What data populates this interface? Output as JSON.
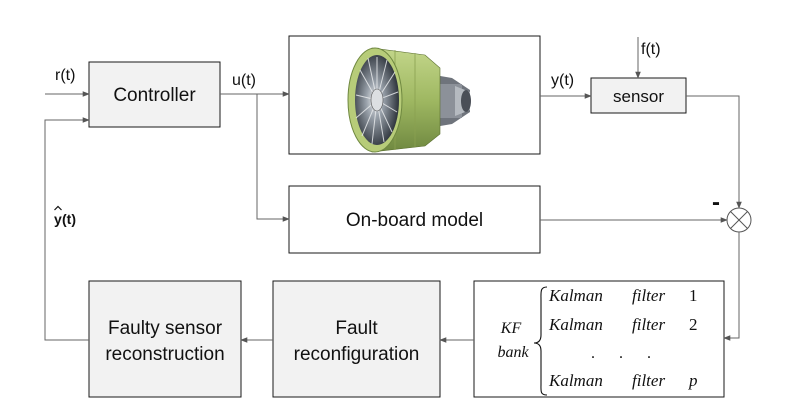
{
  "signals": {
    "reference": "r(t)",
    "control": "u(t)",
    "output": "y(t)",
    "fault": "f(t)",
    "estimate_base": "y",
    "estimate_suffix": "(t)",
    "minus_sign": "-"
  },
  "blocks": {
    "controller": "Controller",
    "engine_icon": "turbofan-engine",
    "sensor": "sensor",
    "onboard_model": "On-board model",
    "kf_bank": {
      "label_top": "KF",
      "label_bottom": "bank",
      "rows": [
        {
          "name": "Kalman",
          "type": "filter",
          "index": "1"
        },
        {
          "name": "Kalman",
          "type": "filter",
          "index": "2"
        },
        {
          "name": "Kalman",
          "type": "filter",
          "index": "p"
        }
      ],
      "ellipsis": ". . ."
    },
    "fault_reconfig": [
      "Fault",
      "reconfiguration"
    ],
    "faulty_sensor": [
      "Faulty sensor",
      "reconstruction"
    ]
  },
  "colors": {
    "block_fill": "#f2f2f2",
    "block_stroke": "#1a1a1a",
    "line": "#666666",
    "engine_green": "#a7c16b",
    "engine_dark": "#3d4450"
  }
}
